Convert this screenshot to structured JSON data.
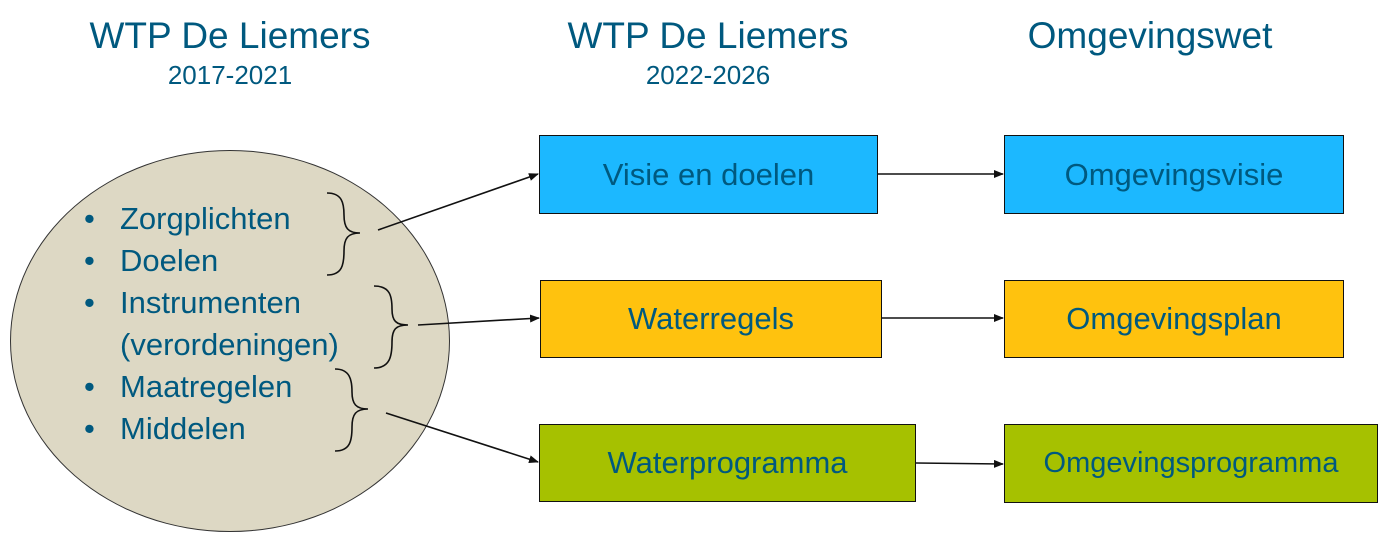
{
  "headers": [
    {
      "title": "WTP De Liemers",
      "subtitle": "2017-2021"
    },
    {
      "title": "WTP De Liemers",
      "subtitle": "2022-2026"
    },
    {
      "title": "Omgevingswet",
      "subtitle": ""
    }
  ],
  "circle": {
    "color": "#ddd8c4",
    "items": [
      {
        "bullet": "•",
        "text": "Zorgplichten"
      },
      {
        "bullet": "•",
        "text": "Doelen"
      },
      {
        "bullet": "•",
        "text": "Instrumenten"
      },
      {
        "bullet": "",
        "text": "(verordeningen)"
      },
      {
        "bullet": "•",
        "text": "Maatregelen"
      },
      {
        "bullet": "•",
        "text": "Middelen"
      }
    ]
  },
  "middle_boxes": [
    {
      "label": "Visie en doelen",
      "color": "#1cb8ff"
    },
    {
      "label": "Waterregels",
      "color": "#ffc20e"
    },
    {
      "label": "Waterprogramma",
      "color": "#a6c100"
    }
  ],
  "right_boxes": [
    {
      "label": "Omgevingsvisie",
      "color": "#1cb8ff"
    },
    {
      "label": "Omgevingsplan",
      "color": "#ffc20e"
    },
    {
      "label": "Omgevingsprogramma",
      "color": "#a6c100"
    }
  ],
  "colors": {
    "text": "#00597f",
    "line": "#111111"
  }
}
